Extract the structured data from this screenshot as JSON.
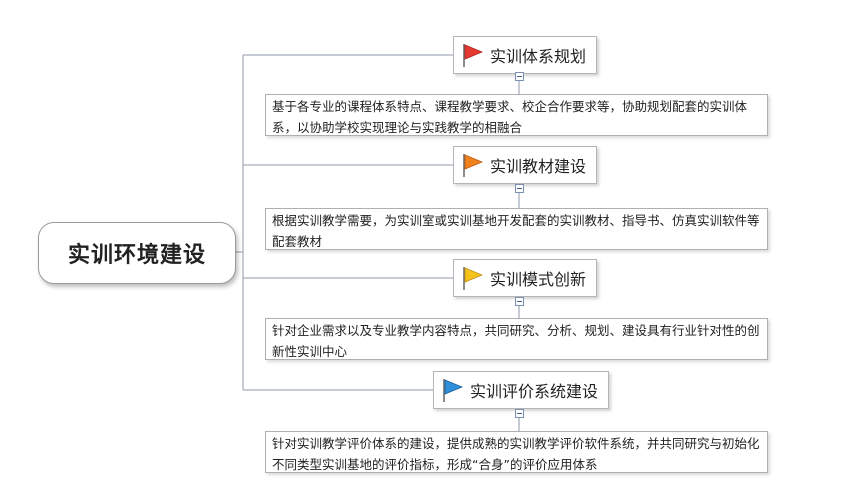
{
  "central": {
    "label": "实训环境建设"
  },
  "branches": [
    {
      "title": "实训体系规划",
      "flag_color": "#e53a2f",
      "description": "基于各专业的课程体系特点、课程教学要求、校企合作要求等，协助规划配套的实训体系，以协助学校实现理论与实践教学的相融合"
    },
    {
      "title": "实训教材建设",
      "flag_color": "#f0821e",
      "description": "根据实训教学需要，为实训室或实训基地开发配套的实训教材、指导书、仿真实训软件等配套教材"
    },
    {
      "title": "实训模式创新",
      "flag_color": "#f4c21a",
      "description": "针对企业需求以及专业教学内容特点，共同研究、分析、规划、建设具有行业针对性的创新性实训中心"
    },
    {
      "title": "实训评价系统建设",
      "flag_color": "#2f8fd8",
      "description": "针对实训教学评价体系的建设，提供成熟的实训教学评价软件系统，并共同研究与初始化不同类型实训基地的评价指标，形成“合身”的评价应用体系"
    }
  ]
}
